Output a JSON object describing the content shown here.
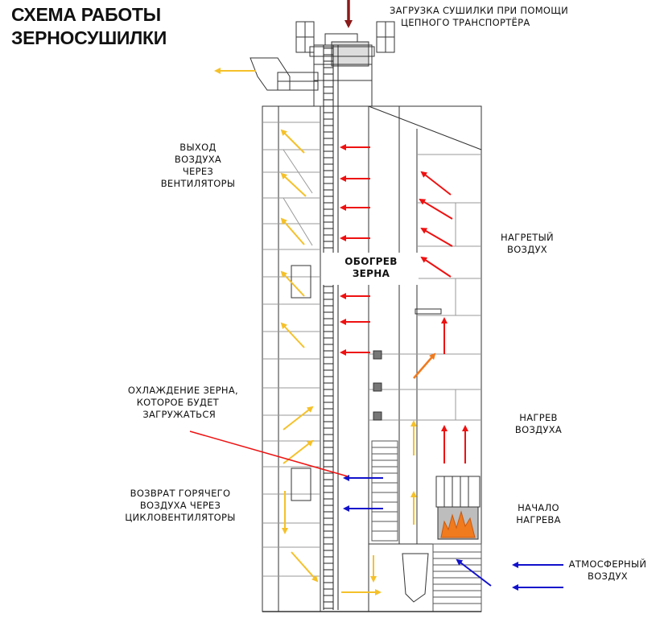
{
  "title": [
    "СХЕМА РАБОТЫ",
    "ЗЕРНОСУШИЛКИ"
  ],
  "labels": {
    "loading": [
      "ЗАГРУЗКА СУШИЛКИ ПРИ ПОМОЩИ",
      "ЦЕПНОГО ТРАНСПОРТЁРА"
    ],
    "air_exit": [
      "ВЫХОД",
      "ВОЗДУХА",
      "ЧЕРЕЗ",
      "ВЕНТИЛЯТОРЫ"
    ],
    "heated_air": [
      "НАГРЕТЫЙ",
      "ВОЗДУХ"
    ],
    "grain_heating": [
      "ОБОГРЕВ",
      "ЗЕРНА"
    ],
    "grain_cooling": [
      "ОХЛАЖДЕНИЕ ЗЕРНА,",
      "КОТОРОЕ БУДЕТ",
      "ЗАГРУЖАТЬСЯ"
    ],
    "air_heating": [
      "НАГРЕВ",
      "ВОЗДУХА"
    ],
    "hot_air_return": [
      "ВОЗВРАТ ГОРЯЧЕГО",
      "ВОЗДУХА ЧЕРЕЗ",
      "ЦИКЛОВЕНТИЛЯТОРЫ"
    ],
    "heating_start": [
      "НАЧАЛО",
      "НАГРЕВА"
    ],
    "atmospheric_air": [
      "АТМОСФЕРНЫЙ",
      "ВОЗДУХ"
    ]
  },
  "colors": {
    "hot_air": "#ee1111",
    "exhaust_air": "#f5c12a",
    "cold_air": "#1111cc",
    "loading": "#8b1a1a",
    "transition": "#f07a1e",
    "flame": "#f07a1e",
    "lines": "#222222"
  }
}
